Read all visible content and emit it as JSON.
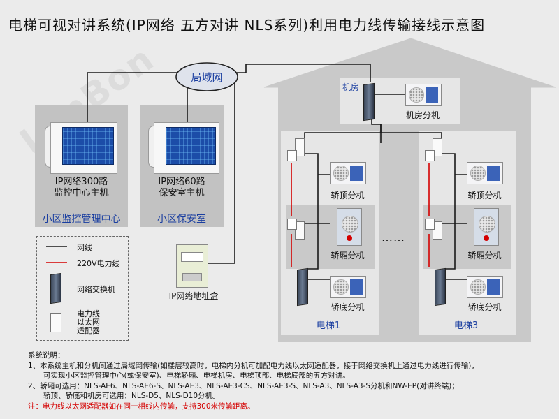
{
  "title": "电梯可视对讲系统(IP网络 五方对讲 NLS系列)利用电力线传输接线示意图",
  "watermark": "LonBon",
  "lan_label": "局域网",
  "monitor_center": {
    "device_label_1": "IP网络300路",
    "device_label_2": "监控中心主机",
    "box_label": "小区监控管理中心"
  },
  "security_room": {
    "device_label_1": "IP网络60路",
    "device_label_2": "保安室主机",
    "box_label": "小区保安室"
  },
  "address_box": {
    "label": "IP网络地址盒"
  },
  "machine_room": {
    "label": "机房",
    "extension_label": "机房分机"
  },
  "elevator_1": {
    "label": "电梯1",
    "car_top": "轿顶分机",
    "car_inside": "轿厢分机",
    "car_bottom": "轿底分机"
  },
  "elevator_3": {
    "label": "电梯3",
    "car_top": "轿顶分机",
    "car_inside": "轿厢分机",
    "car_bottom": "轿底分机"
  },
  "ellipsis": "……",
  "legend": {
    "network_line": "网线",
    "power_line": "220V电力线",
    "switch": "网络交换机",
    "adapter_1": "电力线",
    "adapter_2": "以太网",
    "adapter_3": "适配器"
  },
  "colors": {
    "network_line": "#1a1a1a",
    "power_line": "#d40000",
    "label_blue": "#1a3ea0",
    "panel_gray": "#c2c2c2"
  },
  "notes": {
    "heading": "系统说明：",
    "line1": "1、本系统主机和分机间通过局域网传输(如楼层较高时，电梯内分机可加配电力线以太网适配器，接于网络交换机上通过电力线进行传输)，",
    "line2": "可实现小区监控管理中心(或保安室)、电梯轿厢、电梯机房、电梯顶部、电梯底部的五方对讲。",
    "line3": "2、轿厢可选用：NLS-AE6、NLS-AE6-S、NLS-AE3、NLS-AE3-CS、NLS-AE3-S、NLS-A3、NLS-A3-S分机和NW-EP(对讲终端)；",
    "line4": "轿顶、轿底和机房可选用：NLS-D5、NLS-D10分机。",
    "warning": "注：电力线以太网适配器如在同一相线内传输，支持300米传输距离。"
  }
}
